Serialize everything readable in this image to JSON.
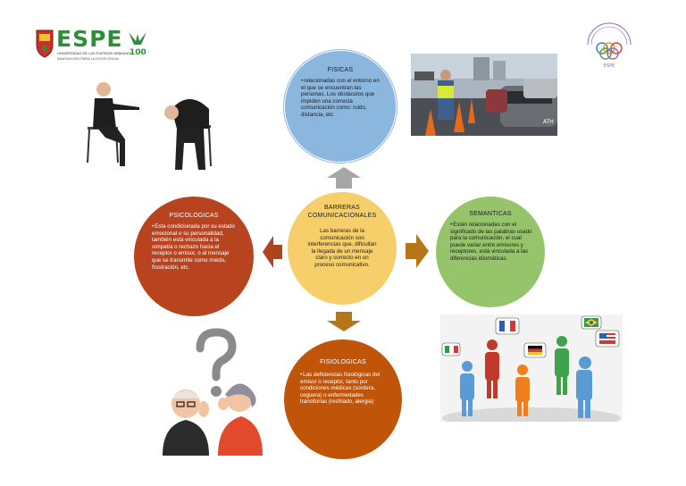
{
  "logo_left": {
    "name": "ESPE",
    "subtitle": "UNIVERSIDAD DE LAS FUERZAS ARMADAS",
    "motto": "INNOVACIÓN PARA LA EXCELENCIA"
  },
  "colors": {
    "center": "#f7cf6a",
    "fisicas": "#8bb6de",
    "semanticas": "#95c46a",
    "psicologicas": "#b8431f",
    "fisiologicas": "#c0550a",
    "arrow_up": "#a6a6a6",
    "arrow_side": "#b5761a",
    "arrow_left": "#b0421e"
  },
  "center": {
    "title": "BARRERAS COMUNICACIONALES",
    "body": "Las barreras de la comunicación son interferencias que, dificultan la llegada de un mensaje claro y correcto en un proceso comunicativo."
  },
  "fisicas": {
    "title": "FISICAS",
    "body": "relacionadas con el entorno en el que se encuentran las personas. Los obstáculos que impiden una correcta comunicación como: ruido, distancia, etc"
  },
  "semanticas": {
    "title": "SEMANTICAS",
    "body": "Están relacionadas con el significado de las palabras usado para la comunicación, el cual puede variar entre emisores y receptores, está vinculada a las diferencias idiomáticas."
  },
  "psicologicas": {
    "title": "PSICOLOGICAS",
    "body": "Esta condicionada por su estado emocional o su personalidad, también está vinculada a la simpatía o rechazo hacia el receptor o emisor, o al mensaje que se transmite como miedo, frustración, etc."
  },
  "fisiologicas": {
    "title": "FISIOLOGICAS",
    "body": "Las deficiencias fisiológicas del emisor o receptor, tanto por condiciones médicas (sordera, ceguera) o enfermedades transitorias (resfriado, alergia)"
  },
  "bullet": "•"
}
